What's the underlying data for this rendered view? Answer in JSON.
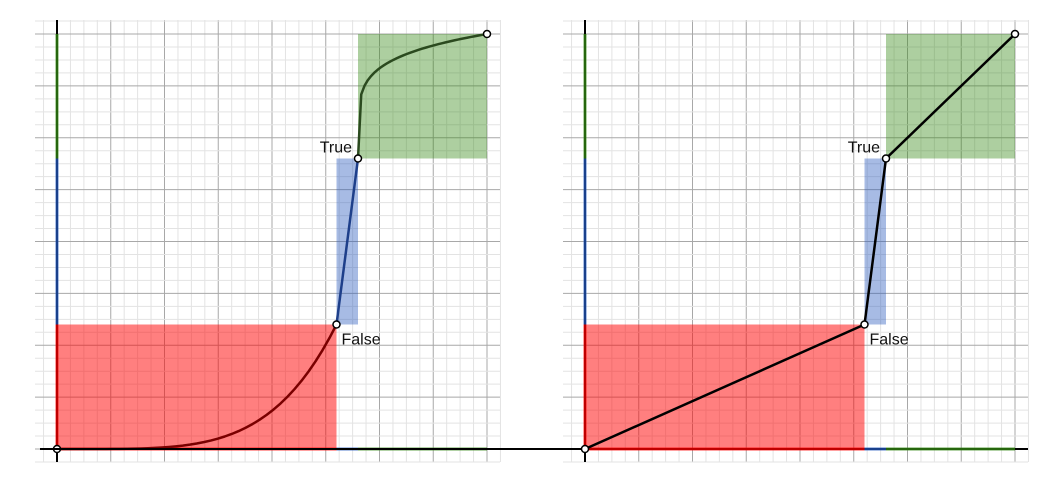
{
  "panels": [
    {
      "id": "curved",
      "curve_style": "smooth",
      "points": [
        {
          "label": "",
          "x": 0,
          "y": 0
        },
        {
          "label": "False",
          "x": 0.65,
          "y": 0.3
        },
        {
          "label": "True",
          "x": 0.7,
          "y": 0.7
        },
        {
          "label": "",
          "x": 1,
          "y": 1
        }
      ]
    },
    {
      "id": "linear",
      "curve_style": "straight",
      "points": [
        {
          "label": "",
          "x": 0,
          "y": 0
        },
        {
          "label": "False",
          "x": 0.65,
          "y": 0.3
        },
        {
          "label": "True",
          "x": 0.7,
          "y": 0.7
        },
        {
          "label": "",
          "x": 1,
          "y": 1
        }
      ]
    }
  ],
  "segment_colors": [
    "#ff0000",
    "#2255bb",
    "#338811"
  ],
  "curve_colors": [
    "#7a0000",
    "#1e3f8a",
    "#2b4a1f"
  ]
}
